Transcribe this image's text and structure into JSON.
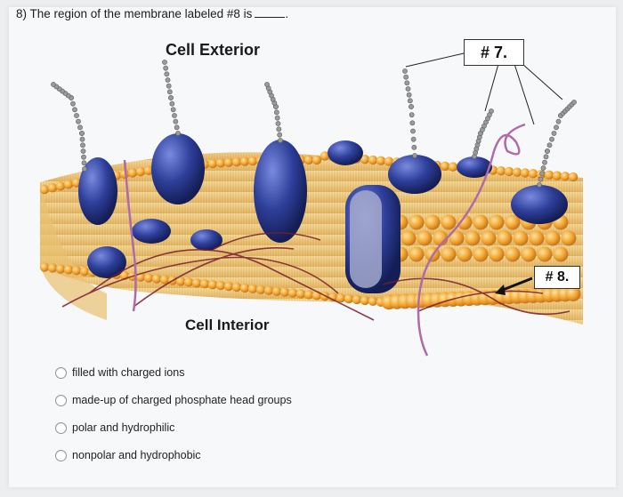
{
  "question": {
    "text": "8) The region of the membrane labeled #8 is",
    "end": "."
  },
  "diagram": {
    "exterior_label": "Cell Exterior",
    "interior_label": "Cell Interior",
    "tag7": "# 7.",
    "tag8": "# 8."
  },
  "options": [
    {
      "label": "filled with charged ions"
    },
    {
      "label": "made-up of charged phosphate head groups"
    },
    {
      "label": "polar and hydrophilic"
    },
    {
      "label": "nonpolar and hydrophobic"
    }
  ],
  "colors": {
    "head": "#f2a733",
    "tail": "#e8c27a",
    "protein": "#2e3f9a",
    "carb": "#8c8c8c",
    "filament": "#7a1e2a"
  }
}
